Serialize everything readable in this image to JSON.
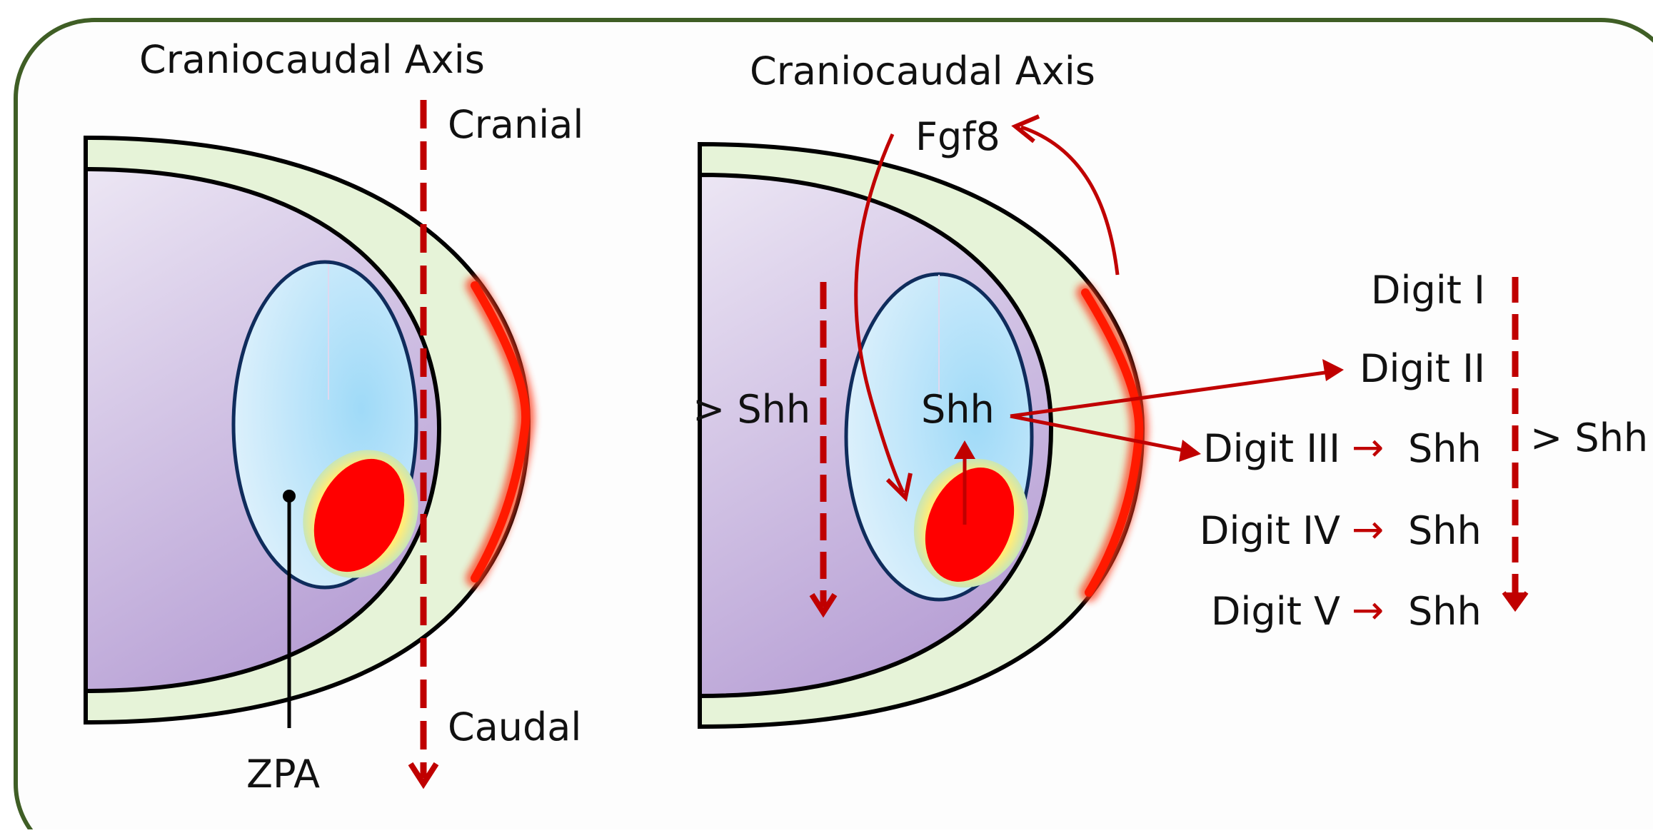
{
  "left_panel": {
    "axis_title": "Craniocaudal Axis",
    "cranial_label": "Cranial",
    "caudal_label": "Caudal",
    "zpa_label": "ZPA"
  },
  "right_panel": {
    "axis_title": "Craniocaudal Axis",
    "fgf8_label": "Fgf8",
    "shh_label": "Shh",
    "gradient_left_label": "> Shh",
    "gradient_right_label": "> Shh",
    "digits": [
      {
        "name": "Digit I",
        "arrow": "",
        "target": ""
      },
      {
        "name": "Digit II",
        "arrow": "",
        "target": ""
      },
      {
        "name": "Digit III",
        "arrow": "→",
        "target": "Shh"
      },
      {
        "name": "Digit IV",
        "arrow": "→",
        "target": "Shh"
      },
      {
        "name": "Digit V",
        "arrow": "→",
        "target": "Shh"
      }
    ]
  },
  "colors": {
    "frame_border": "#3f5e25",
    "mesenchyme_outer": "#e6f3d8",
    "mesenchyme_inner": "#c9b8de",
    "zone_fill": "#aee0f8",
    "zone_border": "#0f2c5c",
    "zpa_fill": "#ff0000",
    "aer_red": "#ff1a00",
    "arrow_red": "#c00000"
  }
}
